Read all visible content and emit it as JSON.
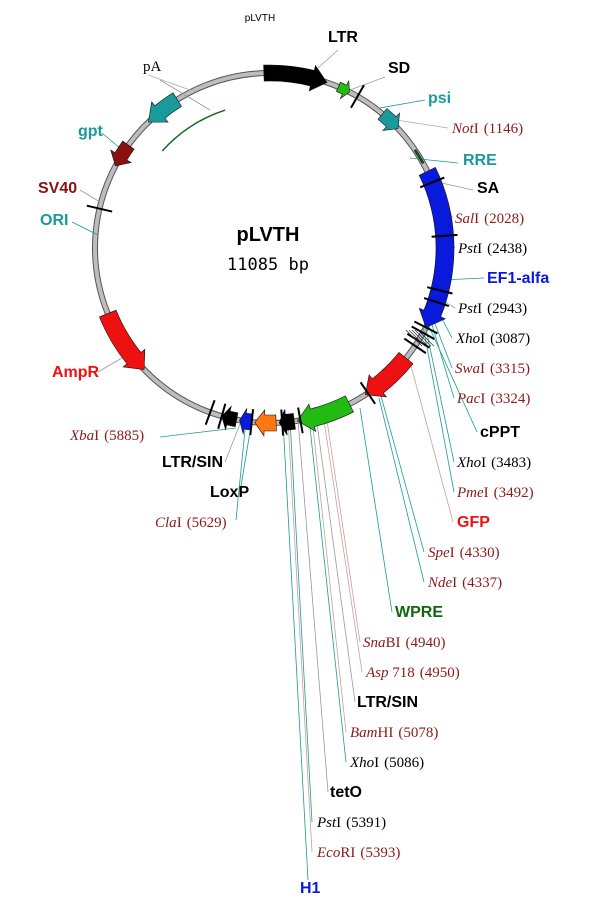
{
  "title": "pLVTH",
  "plasmid": {
    "name": "pLVTH",
    "size": "11085 bp"
  },
  "colors": {
    "backbone": "#a8a8a8",
    "backbone_edge": "#555555",
    "black": "#000000",
    "teal": "#1a9a9a",
    "blue": "#0a1adc",
    "red": "#ee1111",
    "green": "#22bb11",
    "orange": "#ff7711",
    "darkred": "#8b1010",
    "darkgreen": "#116611",
    "site_text": "#8b1a1a"
  },
  "features": [
    {
      "name": "LTR",
      "color": "#000000",
      "text_color": "#000000"
    },
    {
      "name": "SD",
      "color": "#22bb11",
      "text_color": "#000000"
    },
    {
      "name": "psi",
      "color": "#1a9a9a",
      "text_color": "#1a9a9a"
    },
    {
      "name": "RRE",
      "color": "#116611",
      "text_color": "#1a9a9a"
    },
    {
      "name": "SA",
      "color": "#000000",
      "text_color": "#000000"
    },
    {
      "name": "EF1-alfa",
      "color": "#0a1adc",
      "text_color": "#0a1adc"
    },
    {
      "name": "cPPT",
      "color": "#000000",
      "text_color": "#000000"
    },
    {
      "name": "GFP",
      "color": "#ee1111",
      "text_color": "#ee1111"
    },
    {
      "name": "WPRE",
      "color": "#22bb11",
      "text_color": "#116611"
    },
    {
      "name": "LTR/SIN",
      "color": "#000000",
      "text_color": "#000000"
    },
    {
      "name": "tetO",
      "color": "#ff7711",
      "text_color": "#000000"
    },
    {
      "name": "H1",
      "color": "#0a1adc",
      "text_color": "#0a1adc"
    },
    {
      "name": "LoxP",
      "color": "#000000",
      "text_color": "#000000"
    },
    {
      "name": "LTR/SIN",
      "color": "#000000",
      "text_color": "#000000"
    },
    {
      "name": "AmpR",
      "color": "#ee1111",
      "text_color": "#ee1111"
    },
    {
      "name": "ORI",
      "color": "#1a9a9a",
      "text_color": "#1a9a9a"
    },
    {
      "name": "SV40",
      "color": "#8b1010",
      "text_color": "#8b1010"
    },
    {
      "name": "gpt",
      "color": "#1a9a9a",
      "text_color": "#1a9a9a"
    },
    {
      "name": "pA",
      "color": "#116611",
      "text_color": "#000000"
    }
  ],
  "sites": [
    {
      "enzyme": "Not",
      "suffix": "I",
      "position": "(1146)",
      "color": "#8b1a1a"
    },
    {
      "enzyme": "Sal",
      "suffix": "I",
      "position": "(2028)",
      "color": "#8b1a1a"
    },
    {
      "enzyme": "Pst",
      "suffix": "I",
      "position": "(2438)",
      "color": "#000000"
    },
    {
      "enzyme": "Pst",
      "suffix": "I",
      "position": "(2943)",
      "color": "#000000"
    },
    {
      "enzyme": "Xho",
      "suffix": "I",
      "position": "(3087)",
      "color": "#000000"
    },
    {
      "enzyme": "Swa",
      "suffix": "I",
      "position": "(3315)",
      "color": "#8b1a1a"
    },
    {
      "enzyme": "Pac",
      "suffix": "I",
      "position": "(3324)",
      "color": "#8b1a1a"
    },
    {
      "enzyme": "Xho",
      "suffix": "I",
      "position": "(3483)",
      "color": "#000000"
    },
    {
      "enzyme": "Pme",
      "suffix": "I",
      "position": "(3492)",
      "color": "#8b1a1a"
    },
    {
      "enzyme": "Spe",
      "suffix": "I",
      "position": "(4330)",
      "color": "#8b1a1a"
    },
    {
      "enzyme": "Nde",
      "suffix": "I",
      "position": "(4337)",
      "color": "#8b1a1a"
    },
    {
      "enzyme": "Sna",
      "suffix": "BI",
      "position": "(4940)",
      "color": "#8b1a1a"
    },
    {
      "enzyme": "Asp",
      "suffix": " 718",
      "position": "(4950)",
      "color": "#8b1a1a"
    },
    {
      "enzyme": "Bam",
      "suffix": "HI",
      "position": "(5078)",
      "color": "#8b1a1a"
    },
    {
      "enzyme": "Xho",
      "suffix": "I",
      "position": "(5086)",
      "color": "#000000"
    },
    {
      "enzyme": "Pst",
      "suffix": "I",
      "position": "(5391)",
      "color": "#000000"
    },
    {
      "enzyme": "Eco",
      "suffix": "RI",
      "position": "(5393)",
      "color": "#8b1a1a"
    },
    {
      "enzyme": "Xba",
      "suffix": "I",
      "position": "(5885)",
      "color": "#8b1a1a"
    },
    {
      "enzyme": "Cla",
      "suffix": "I",
      "position": "(5629)",
      "color": "#8b1a1a"
    }
  ]
}
